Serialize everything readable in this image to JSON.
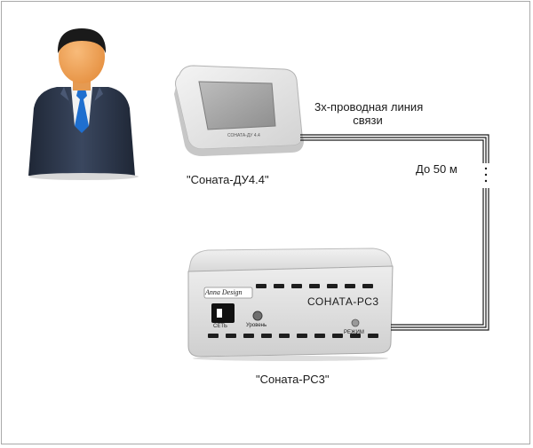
{
  "diagram": {
    "line_label_1": "3х-проводная линия",
    "line_label_2": "связи",
    "distance_label": "До 50 м",
    "remote_caption": "\"Соната-ДУ4.4\"",
    "unit_caption": "\"Соната-РС3\"",
    "brand_plate": "Anna Design",
    "device_name": "СОНАТА-РС3",
    "power_label": "СЕТЬ",
    "level_label": "Уровень",
    "mode_label": "РЕЖИМ",
    "remote_strip": "СОНАТА-ДУ 4.4",
    "colors": {
      "suit": "#2f3a4e",
      "tie": "#1f6fcf",
      "skin": "#f3a55c",
      "hair": "#1a1a1a",
      "panel": "#e4e4e4",
      "screen": "#a6a6a6",
      "wire": "#1a1a1a"
    }
  }
}
